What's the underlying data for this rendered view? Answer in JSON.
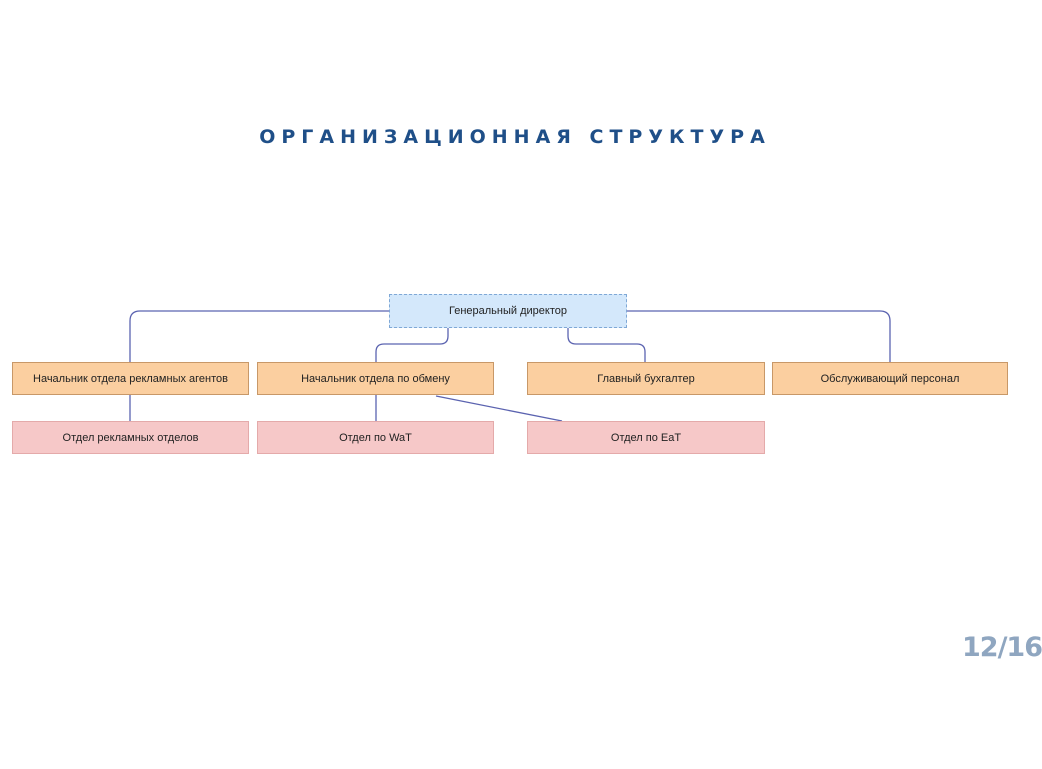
{
  "slide": {
    "title": "ОРГАНИЗАЦИОННАЯ СТРУКТУРА",
    "page_number": "12/16"
  },
  "org_chart": {
    "root": {
      "label": "Генеральный директор"
    },
    "managers": [
      {
        "label": "Начальник отдела рекламных агентов"
      },
      {
        "label": "Начальник отдела по обмену"
      },
      {
        "label": "Главный бухгалтер"
      },
      {
        "label": "Обслуживающий персонал"
      }
    ],
    "departments": [
      {
        "label": "Отдел рекламных отделов",
        "reports_to": "Начальник отдела рекламных агентов"
      },
      {
        "label": "Отдел по WaT",
        "reports_to": "Начальник отдела по обмену"
      },
      {
        "label": "Отдел по EaT",
        "reports_to": "Начальник отдела по обмену"
      }
    ]
  },
  "colors": {
    "title": "#1f4f88",
    "root_fill": "#d4e8fb",
    "manager_fill": "#fbcfa0",
    "department_fill": "#f6c8c8",
    "connector": "#5b63b0",
    "page_number": "#8fa6c0"
  }
}
